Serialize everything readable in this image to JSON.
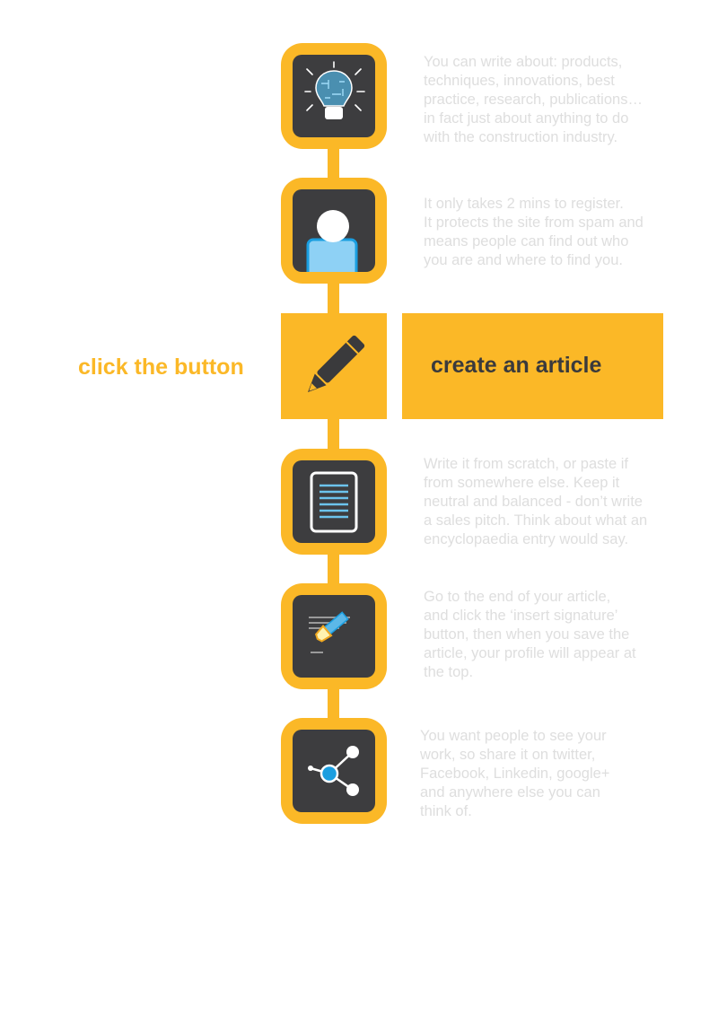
{
  "colors": {
    "accent": "#FBB827",
    "tile": "#3d3d3f",
    "text": "#dedede",
    "icon_blue": "#8ed1f5"
  },
  "steps": [
    {
      "icon": "lightbulb-icon",
      "lines": [
        "You can write about: products,",
        "techniques, innovations, best",
        "practice, research, publications…",
        "in fact just about anything to do",
        "with the construction industry."
      ]
    },
    {
      "icon": "user-icon",
      "lines": [
        "It only takes 2 mins to register.",
        "It protects the site from spam and",
        "means people can find out who",
        "you are and where to find you."
      ]
    },
    {
      "icon": "document-icon",
      "lines": [
        "Write it from scratch, or paste if",
        "from somewhere else. Keep it",
        "neutral and balanced - don’t write",
        "a sales pitch. Think about what an",
        "encyclopaedia entry would say."
      ]
    },
    {
      "icon": "signature-pen-icon",
      "lines": [
        "Go to the end of your article,",
        "and click the ‘insert signature’",
        "button, then when you save the",
        "article, your profile will appear at",
        "the top."
      ]
    },
    {
      "icon": "share-icon",
      "lines": [
        "You want people to see your",
        "work, so share it on twitter,",
        "Facebook, Linkedin, google+",
        "and anywhere else you can",
        "think of."
      ]
    }
  ],
  "cta": {
    "hint": "click the button",
    "label": "create an article",
    "icon": "pencil-icon"
  }
}
